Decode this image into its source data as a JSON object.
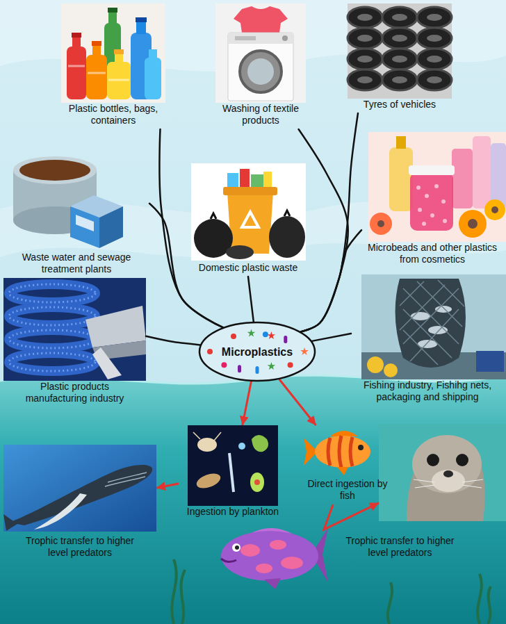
{
  "diagram": {
    "nodes": [
      {
        "text": [
          "Plastic bottles, bags, containers"
        ]
      },
      {
        "text": [
          "Washing of textile products"
        ]
      },
      {
        "text": [
          "Tyres of vehicles"
        ]
      },
      {
        "text": [
          "Waste water and sewage treatment plants"
        ]
      },
      {
        "text": [
          "Domestic plastic waste"
        ]
      },
      {
        "text": [
          "Microbeads and other plastics from cosmetics"
        ]
      },
      {
        "text": [
          "Plastic products manufacturing industry"
        ]
      },
      {
        "text": [
          "Microplastics"
        ]
      },
      {
        "text": [
          "Fishing industry, Fishihg nets, packaging and shipping"
        ]
      },
      {
        "text": [
          "Ingestion by plankton"
        ]
      },
      {
        "text": [
          "Direct ingestion by fish"
        ]
      },
      {
        "text": [
          "Trophic transfer to higher level predators"
        ]
      },
      {
        "text": [
          "Trophic transfer to higher level predators"
        ]
      }
    ],
    "edges": [
      {
        "from": 0,
        "to": 7,
        "arrow": "none"
      },
      {
        "from": 1,
        "to": 7,
        "arrow": "none"
      },
      {
        "from": 2,
        "to": 7,
        "arrow": "none"
      },
      {
        "from": 3,
        "to": 7,
        "arrow": "none"
      },
      {
        "from": 4,
        "to": 7,
        "arrow": "none"
      },
      {
        "from": 5,
        "to": 7,
        "arrow": "none"
      },
      {
        "from": 6,
        "to": 7,
        "arrow": "none"
      },
      {
        "from": 8,
        "to": 7,
        "arrow": "none"
      },
      {
        "from": 7,
        "to": 9,
        "arrow": "to"
      },
      {
        "from": 7,
        "to": 10,
        "arrow": "to"
      },
      {
        "from": 9,
        "to": 11,
        "arrow": "to"
      },
      {
        "from": 10,
        "to": 12,
        "arrow": "to"
      }
    ]
  }
}
